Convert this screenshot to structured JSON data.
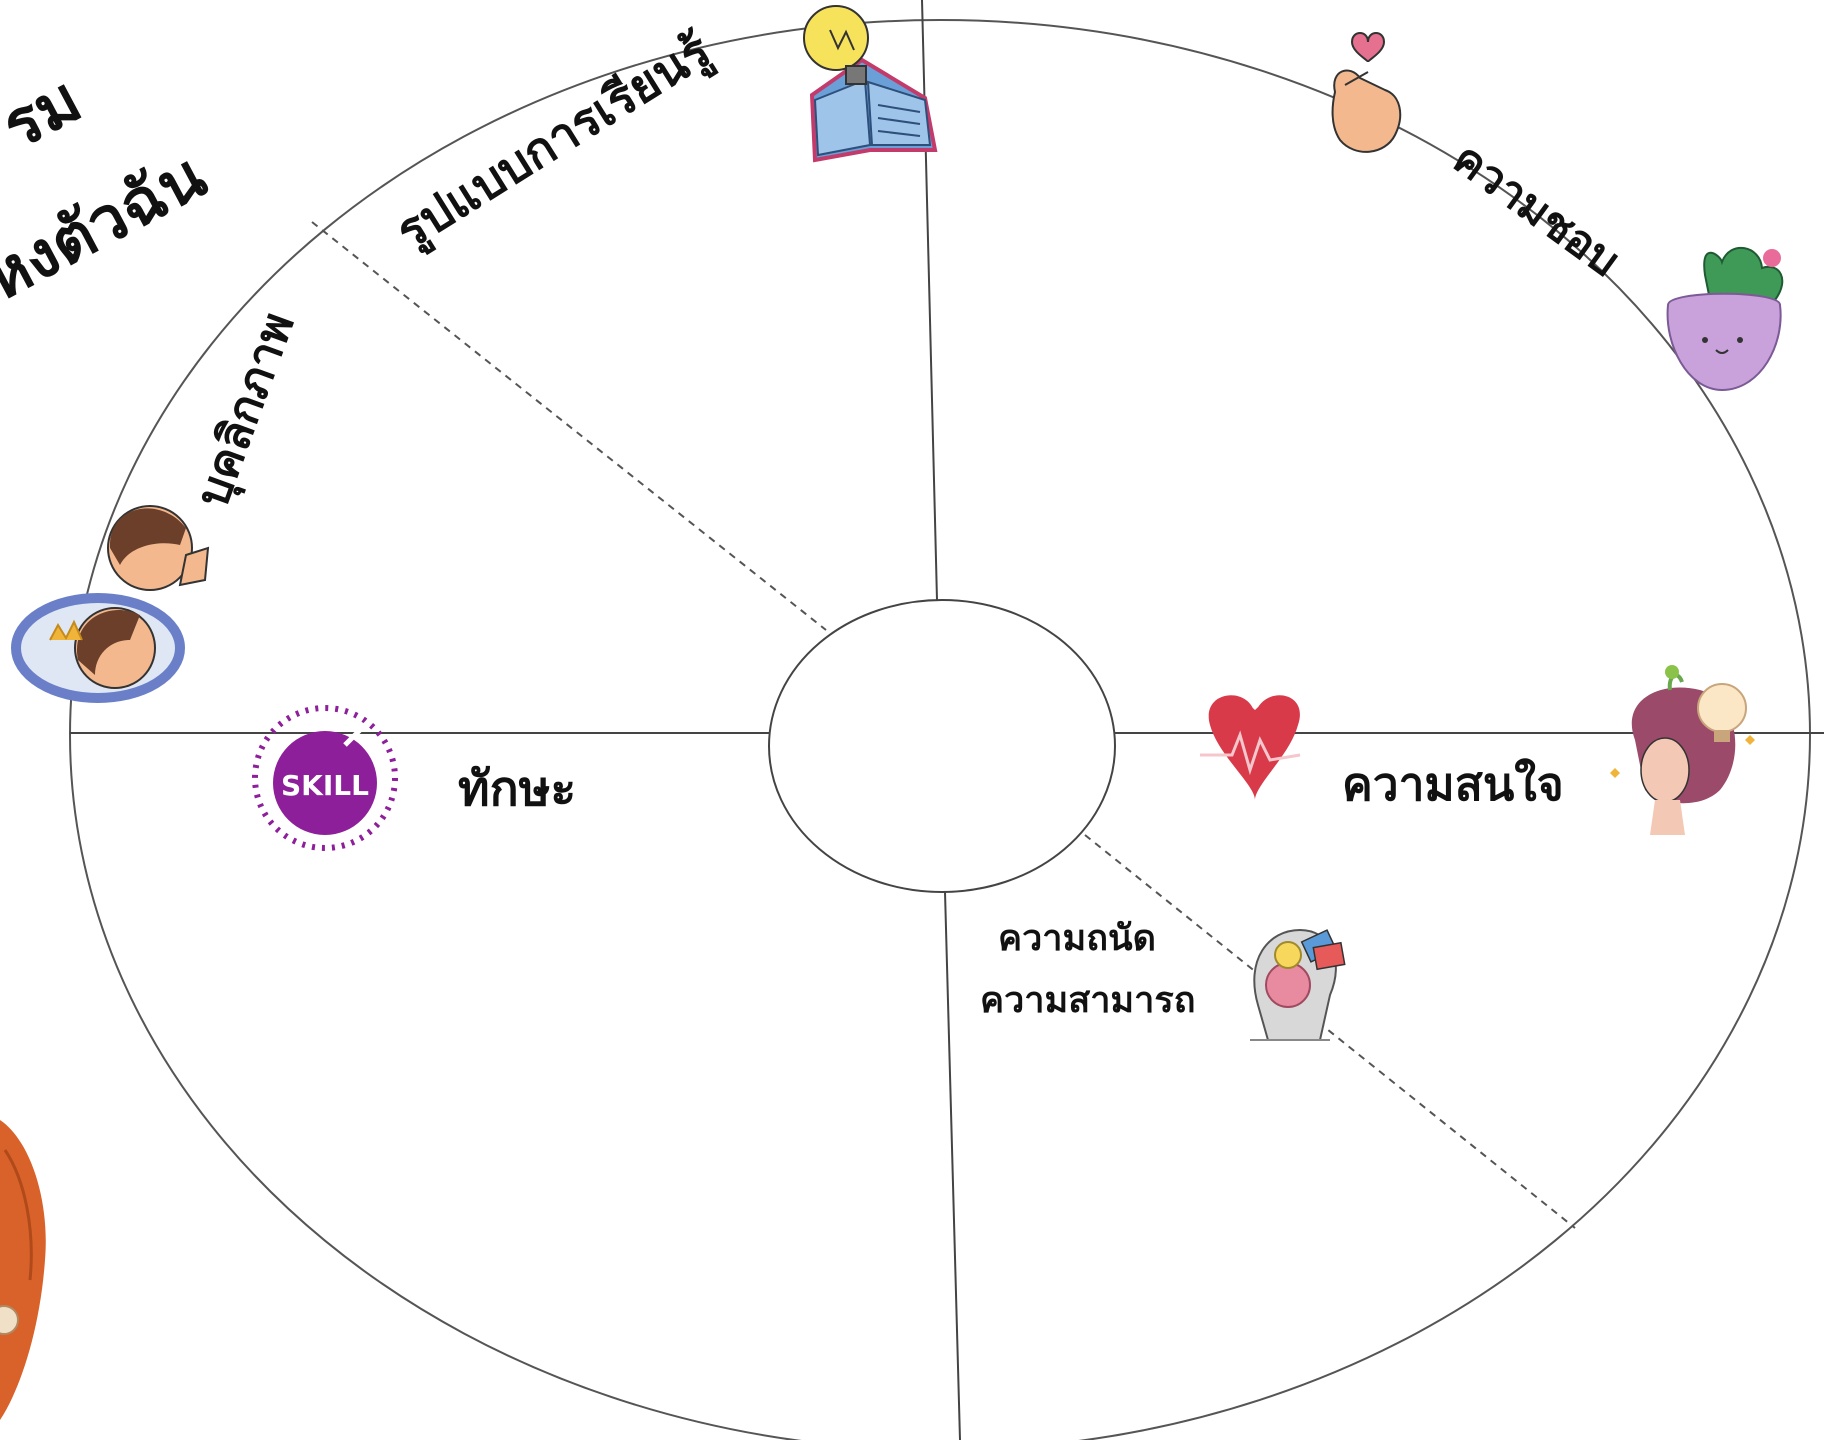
{
  "title": {
    "line1": "รม",
    "line2": "หงตัวฉัน"
  },
  "sections": {
    "learning_style": "รูปแบบการเรียนรู้",
    "likes": "ความชอบ",
    "personality": "บุคลิกภาพ",
    "skills": "ทักษะ",
    "interests": "ความสนใจ",
    "aptitude_line1": "ความถนัด",
    "aptitude_line2": "ความสามารถ"
  },
  "icons": {
    "skill_badge_text": "SKILL"
  },
  "colors": {
    "line": "#444444",
    "skill_purple": "#8e1f9a",
    "heart_red": "#d93a49",
    "bulb_yellow": "#f7e25c",
    "book_blue": "#6a9fd8",
    "cactus_green": "#3f9a57",
    "pot_lilac": "#c9a2dc",
    "skin": "#f3b88e",
    "hair_brown": "#6b3f2a",
    "girl_hair": "#9b4a6a",
    "orange_decor": "#d9622a"
  }
}
